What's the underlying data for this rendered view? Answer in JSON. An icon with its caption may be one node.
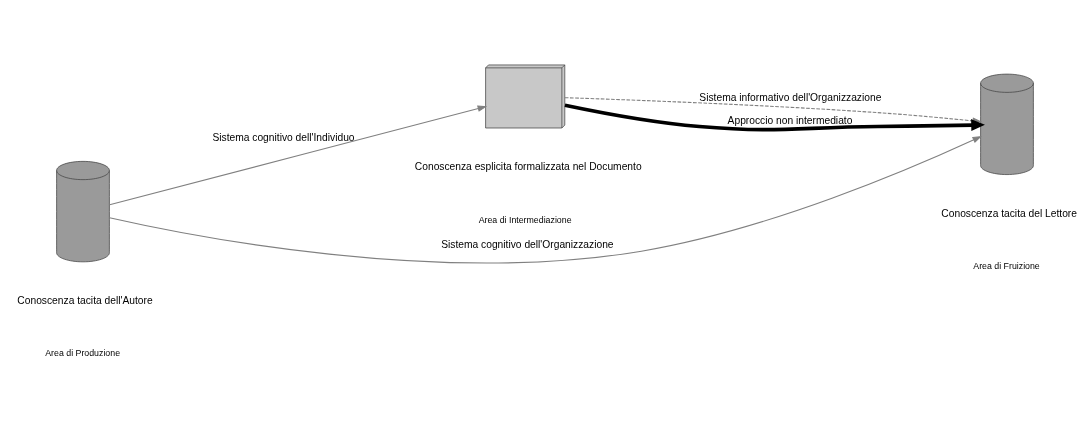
{
  "diagram": {
    "nodes": [
      {
        "text": [],
        "shape": "cylinder",
        "beside": [
          "Conoscenza tacita dell'Autore"
        ]
      },
      {
        "text": [],
        "shape": "box",
        "beside": [
          "Conoscenza esplicita formalizzata nel Documento"
        ]
      },
      {
        "text": [],
        "shape": "cylinder",
        "beside": [
          "Conoscenza tacita del Lettore"
        ]
      }
    ],
    "edges": [
      {
        "from": 0,
        "to": 2,
        "arrow": "to",
        "label": "Sistema cognitivo dell'Organizzazione"
      },
      {
        "from": 1,
        "to": 2,
        "arrow": "to",
        "style": "dashed",
        "label": "Sistema informativo dell'Organizzazione"
      },
      {
        "from": 0,
        "to": 1,
        "arrow": "to",
        "label": "Sistema cognitivo dell'Individuo"
      },
      {
        "from": 1,
        "to": 2,
        "arrow": "to",
        "style": "thick",
        "color": "#000000",
        "label": "Approccio non intermediato"
      }
    ],
    "labels": [
      "Area di Produzione",
      "Area di Intermediazione",
      "Area di Fruizione"
    ]
  }
}
